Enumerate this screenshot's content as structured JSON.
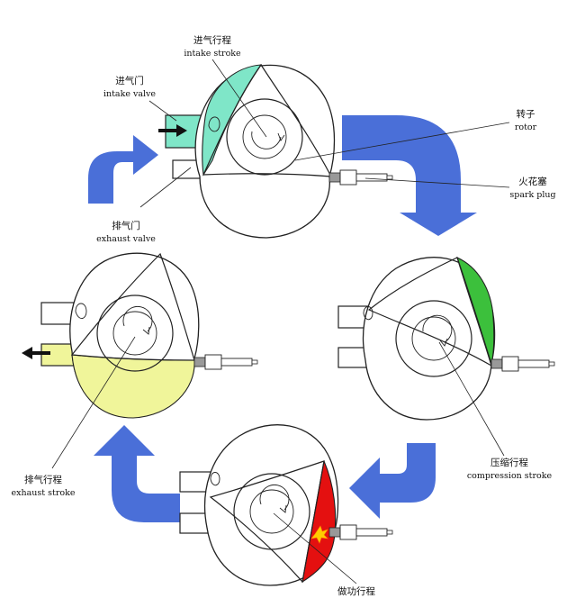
{
  "labels": {
    "intake_stroke_zh": "进气行程",
    "intake_stroke_en": "intake stroke",
    "intake_valve_zh": "进气门",
    "intake_valve_en": "intake valve",
    "exhaust_valve_zh": "排气门",
    "exhaust_valve_en": "exhaust valve",
    "rotor_zh": "转子",
    "rotor_en": "rotor",
    "spark_plug_zh": "火花塞",
    "spark_plug_en": "spark plug",
    "compression_stroke_zh": "压缩行程",
    "compression_stroke_en": "compression stroke",
    "power_stroke_zh": "做功行程",
    "exhaust_stroke_zh": "排气行程",
    "exhaust_stroke_en": "exhaust stroke"
  },
  "colors": {
    "intake": "#7fe6c8",
    "compression": "#3cc03c",
    "power": "#e41010",
    "exhaust": "#f0f59a",
    "arrow_blue": "#4a6fd8",
    "spark": "#ffcc00"
  }
}
